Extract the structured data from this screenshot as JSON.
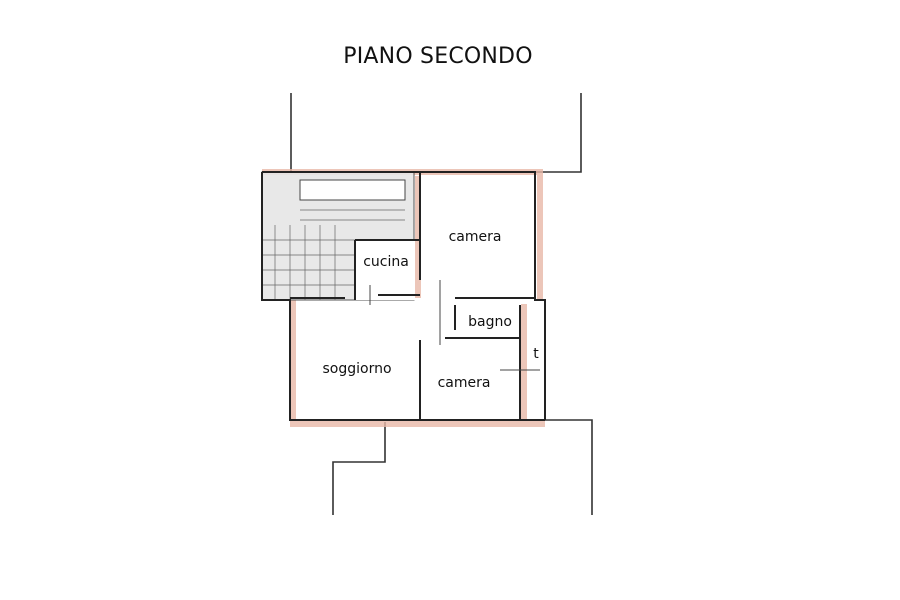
{
  "title": "PIANO SECONDO",
  "rooms": {
    "camera_top": "camera",
    "cucina": "cucina",
    "bagno": "bagno",
    "t": "t",
    "soggiorno": "soggiorno",
    "camera_bottom": "camera"
  },
  "colors": {
    "wall_line": "#222222",
    "wall_fill": "#e8b8a8",
    "stairs": "#555555"
  }
}
